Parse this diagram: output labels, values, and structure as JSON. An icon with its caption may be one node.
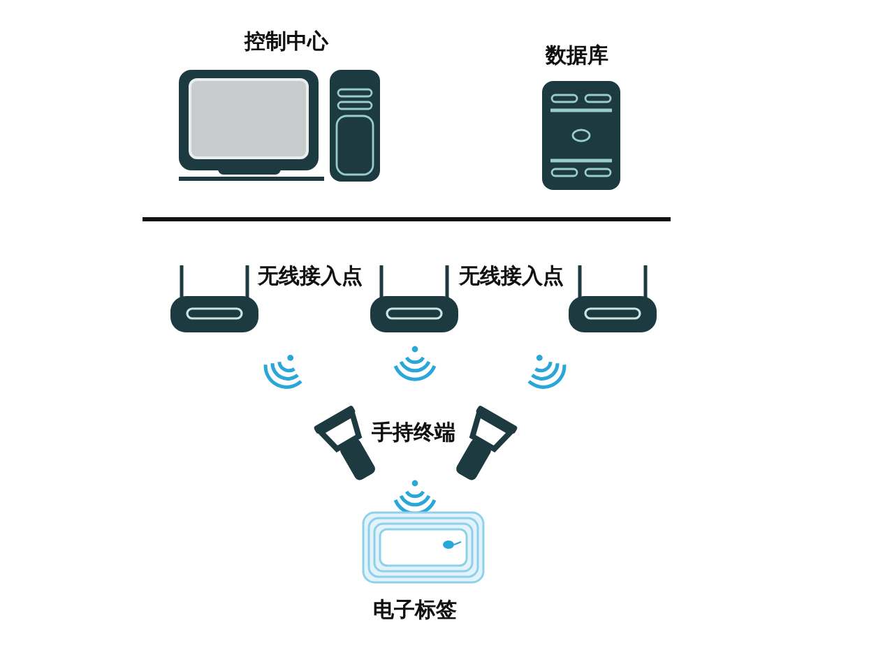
{
  "diagram": {
    "labels": [
      "控制中心",
      "数据库",
      "无线接入点",
      "无线接入点",
      "手持终端",
      "电子标签"
    ]
  }
}
